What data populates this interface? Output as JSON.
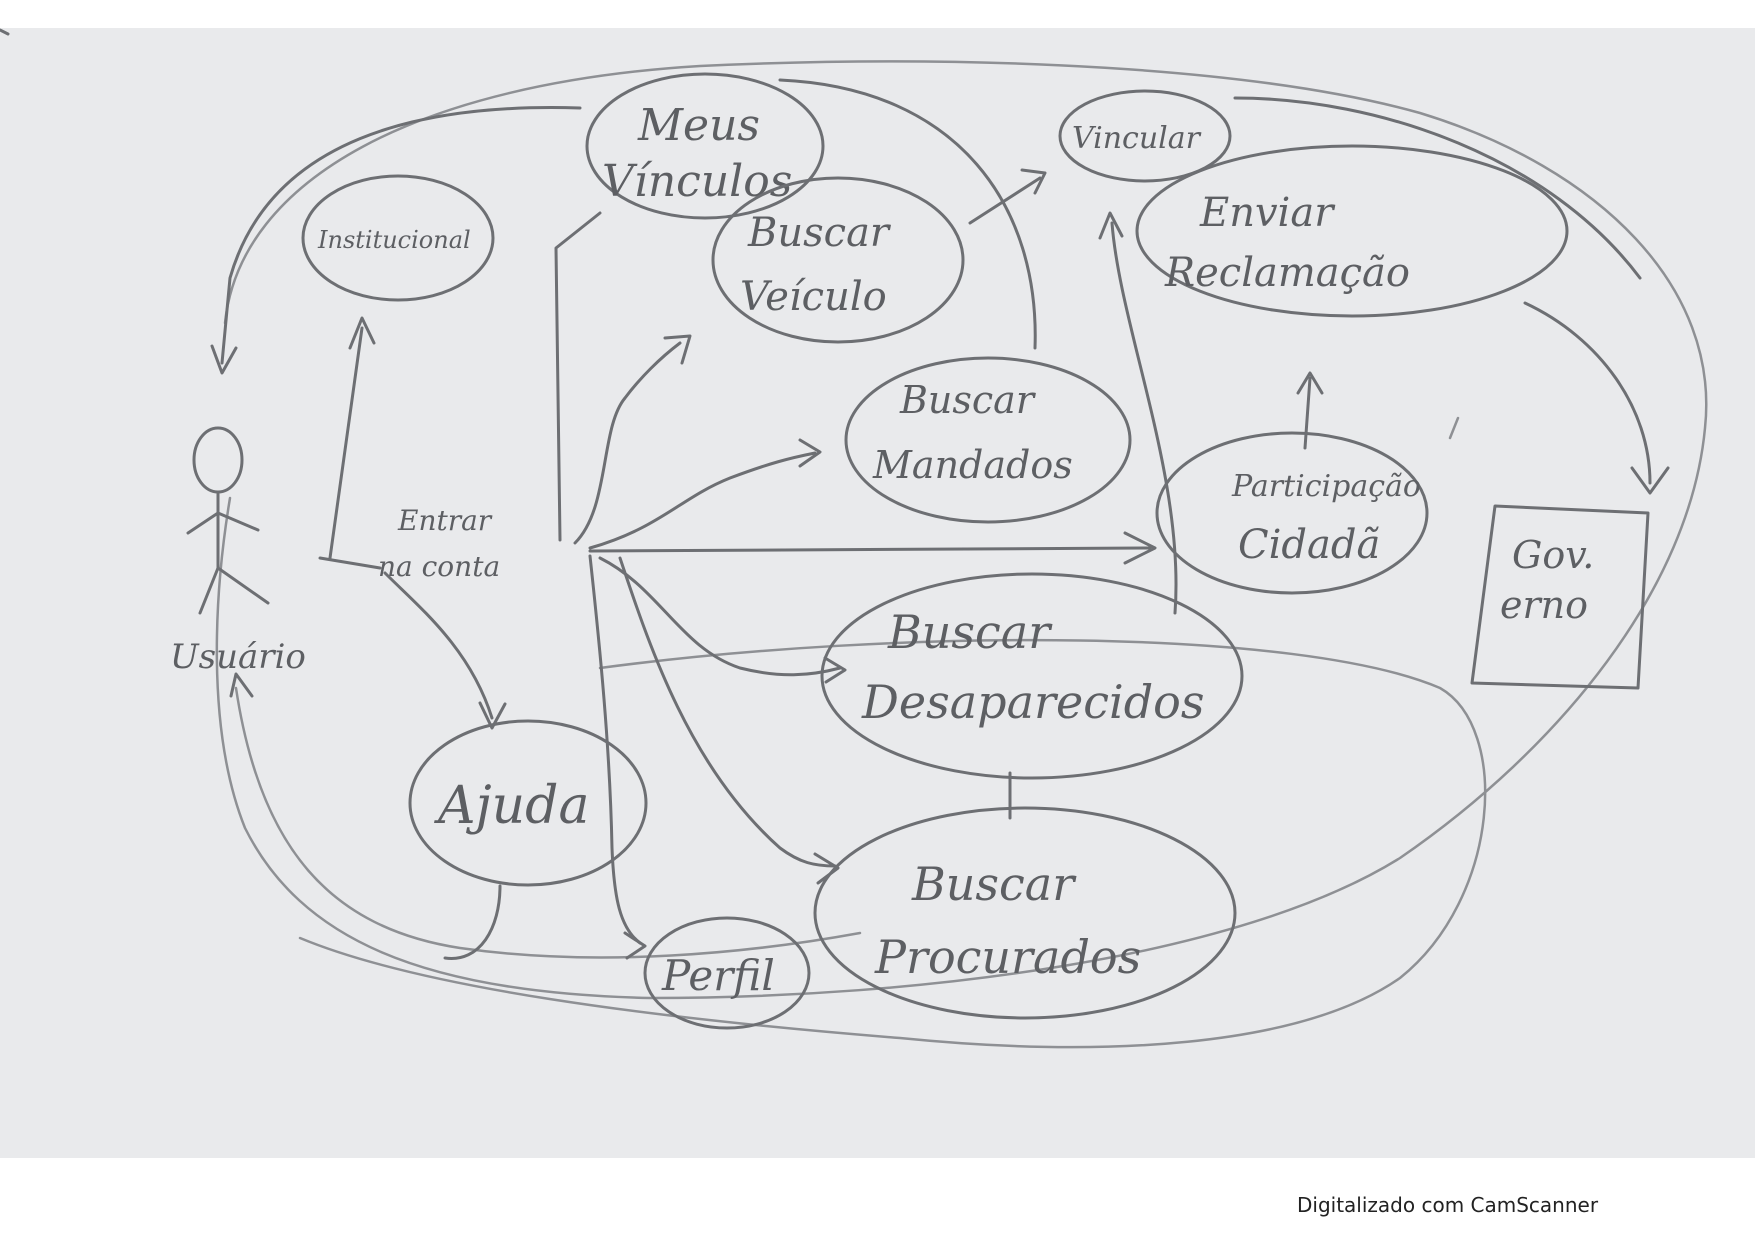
{
  "diagram": {
    "actor": {
      "label": "Usuário"
    },
    "use_cases": [
      {
        "id": "meus-vinculos",
        "label_lines": [
          "Meus",
          "Vínculos"
        ]
      },
      {
        "id": "institucional",
        "label_lines": [
          "Institucional"
        ]
      },
      {
        "id": "buscar-veiculo",
        "label_lines": [
          "Buscar",
          "Veículo"
        ]
      },
      {
        "id": "vincular",
        "label_lines": [
          "Vincular"
        ]
      },
      {
        "id": "enviar-reclamacao",
        "label_lines": [
          "Enviar",
          "Reclamação"
        ]
      },
      {
        "id": "buscar-mandados",
        "label_lines": [
          "Buscar",
          "Mandados"
        ]
      },
      {
        "id": "participacao-cidada",
        "label_lines": [
          "Participação",
          "Cidadã"
        ]
      },
      {
        "id": "buscar-desaparecidos",
        "label_lines": [
          "Buscar",
          "Desaparecidos"
        ]
      },
      {
        "id": "ajuda",
        "label_lines": [
          "Ajuda"
        ]
      },
      {
        "id": "perfil",
        "label_lines": [
          "Perfil"
        ]
      },
      {
        "id": "buscar-procurados",
        "label_lines": [
          "Buscar",
          "Procurados"
        ]
      }
    ],
    "hub": {
      "label_lines": [
        "Entrar",
        "na conta"
      ]
    },
    "external_box": {
      "label_lines": [
        "Gov.",
        "erno"
      ]
    }
  },
  "footer": {
    "text": "Digitalizado com CamScanner"
  },
  "colors": {
    "paper": "#e9eaec",
    "pencil": "#6d6f73",
    "page": "#ffffff",
    "footer_text": "#222222"
  }
}
